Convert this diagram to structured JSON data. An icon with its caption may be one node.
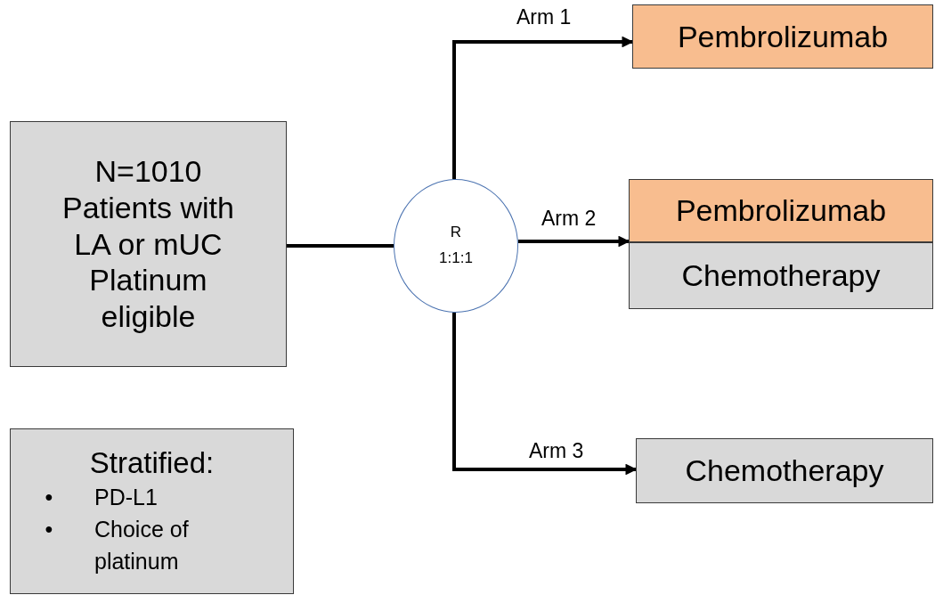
{
  "diagram": {
    "nodes": [
      {
        "text": [
          "N=1010 Patients with LA or mUC Platinum eligible"
        ]
      },
      {
        "text": [
          "Stratified:",
          "•",
          "PD-L1",
          "•",
          "Choice of platinum"
        ]
      },
      {
        "text": [
          "R",
          "1:1:1"
        ]
      },
      {
        "text": [
          "Pembrolizumab"
        ]
      },
      {
        "text": [
          "Pembrolizumab"
        ]
      },
      {
        "text": [
          "Chemotherapy"
        ]
      },
      {
        "text": [
          "Chemotherapy"
        ]
      }
    ],
    "edges": [
      {
        "from": 0,
        "to": 2,
        "arrow": "none"
      },
      {
        "from": 2,
        "to": 3,
        "arrow": "to",
        "label": "Arm 1"
      },
      {
        "from": 2,
        "to": 4,
        "arrow": "to",
        "label": "Arm 2"
      },
      {
        "from": 2,
        "to": 6,
        "arrow": "to",
        "label": "Arm 3"
      }
    ]
  }
}
